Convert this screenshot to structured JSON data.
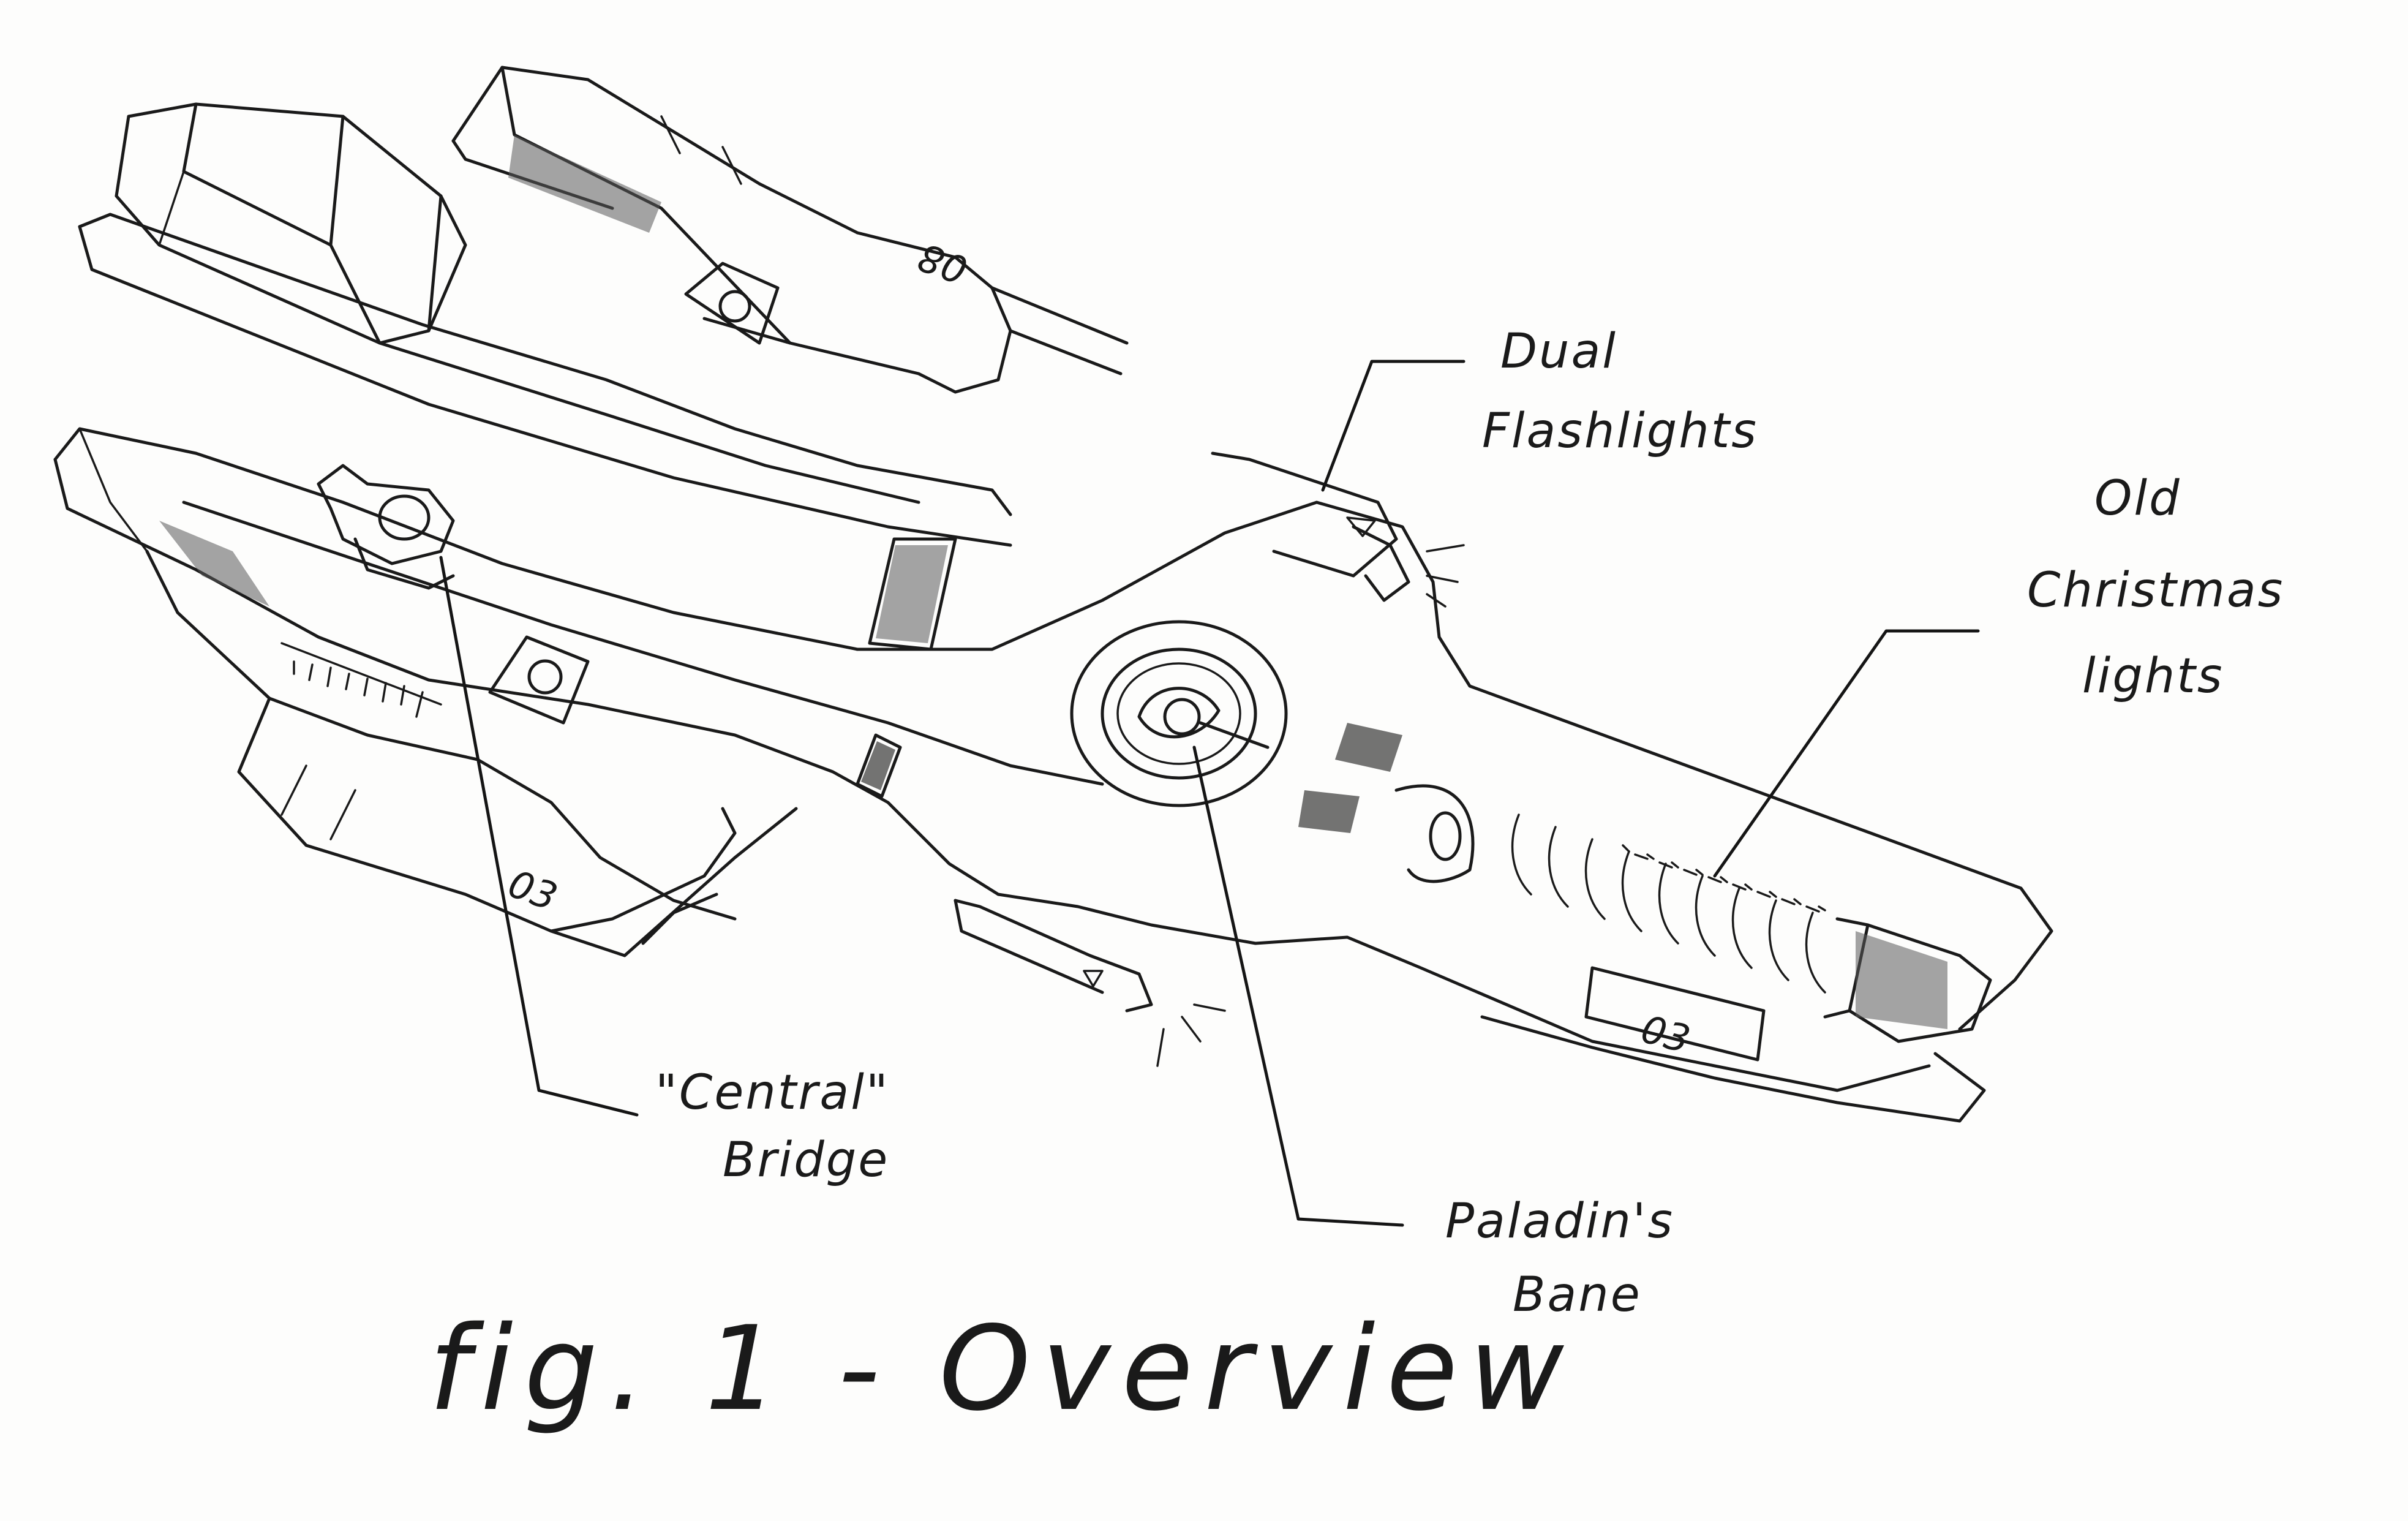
{
  "labels": {
    "dual_flashlights_line1": "Dual",
    "dual_flashlights_line2": "Flashlights",
    "christmas_line1": "Old",
    "christmas_line2": "Christmas",
    "christmas_line3": "lights",
    "bridge_line1": "\"Central\"",
    "bridge_line2": "Bridge",
    "paladin_line1": "Paladin's",
    "paladin_line2": "Bane"
  },
  "hull_markings": {
    "upper_pod": "08",
    "lower_pod": "03",
    "nose_plate": "03"
  },
  "caption": "fig. 1 - Overview"
}
